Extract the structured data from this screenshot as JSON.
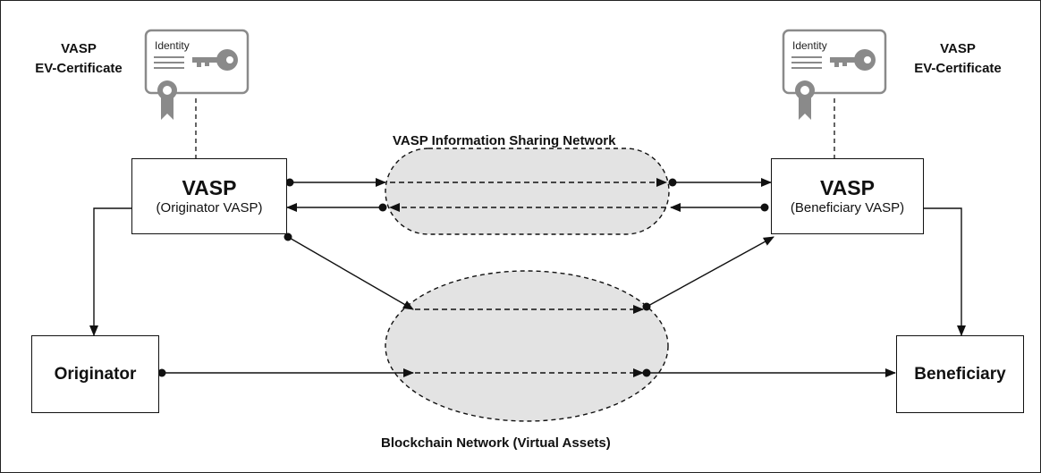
{
  "certificates": {
    "left": {
      "label_line1": "VASP",
      "label_line2": "EV-Certificate",
      "identity": "Identity"
    },
    "right": {
      "label_line1": "VASP",
      "label_line2": "EV-Certificate",
      "identity": "Identity"
    }
  },
  "networks": {
    "info_sharing": {
      "label": "VASP Information Sharing Network"
    },
    "blockchain": {
      "label": "Blockchain Network (Virtual Assets)"
    }
  },
  "nodes": {
    "originator_vasp": {
      "title": "VASP",
      "subtitle": "(Originator VASP)"
    },
    "beneficiary_vasp": {
      "title": "VASP",
      "subtitle": "(Beneficiary VASP)"
    },
    "originator": {
      "label": "Originator"
    },
    "beneficiary": {
      "label": "Beneficiary"
    }
  },
  "colors": {
    "stroke": "#111111",
    "network_fill": "#e3e3e3",
    "certificate_gray": "#8a8a8a"
  }
}
